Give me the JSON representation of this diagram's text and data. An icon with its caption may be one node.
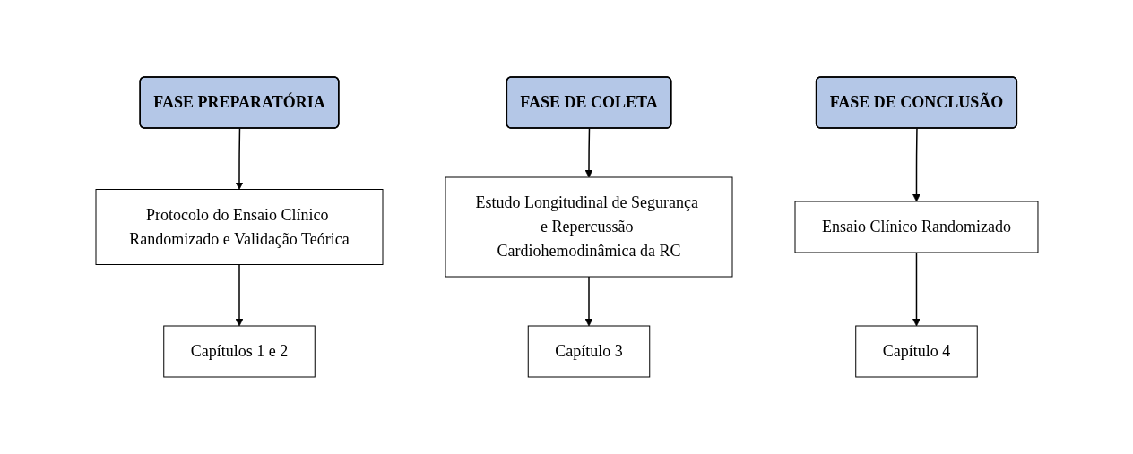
{
  "diagram": {
    "nodes": [
      {
        "text": [
          "FASE PREPARATÓRIA"
        ]
      },
      {
        "text": [
          "FASE DE COLETA"
        ]
      },
      {
        "text": [
          "FASE DE CONCLUSÃO"
        ]
      },
      {
        "text": [
          "Protocolo do Ensaio Clínico Randomizado e Validação Teórica"
        ]
      },
      {
        "text": [
          "Estudo Longitudinal de Segurança e Repercussão Cardiohemodinâmica da RC"
        ]
      },
      {
        "text": [
          "Ensaio Clínico Randomizado"
        ]
      },
      {
        "text": [
          "Capítulos 1 e 2"
        ]
      },
      {
        "text": [
          "Capítulo 3"
        ]
      },
      {
        "text": [
          "Capítulo 4"
        ]
      }
    ],
    "edges": [
      {
        "from": 0,
        "to": 3,
        "arrow": "to"
      },
      {
        "from": 1,
        "to": 4,
        "arrow": "to"
      },
      {
        "from": 2,
        "to": 5,
        "arrow": "to"
      },
      {
        "from": 3,
        "to": 6,
        "arrow": "to"
      },
      {
        "from": 4,
        "to": 7,
        "arrow": "to"
      },
      {
        "from": 5,
        "to": 8,
        "arrow": "to"
      }
    ]
  }
}
